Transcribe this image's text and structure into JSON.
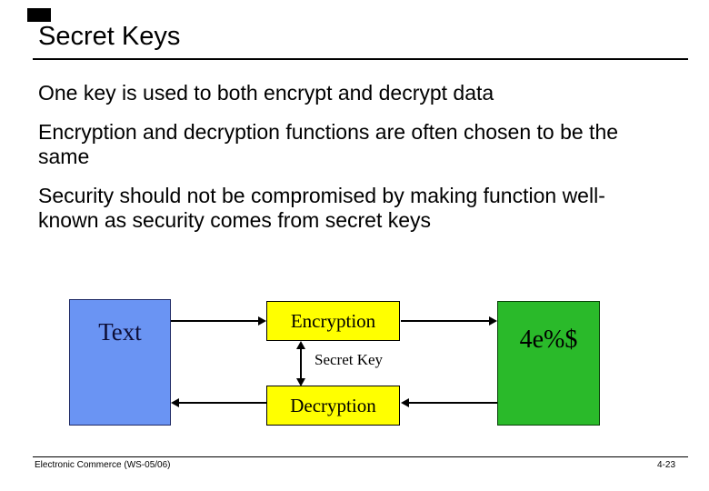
{
  "slide": {
    "title": "Secret Keys",
    "corner_marker_color": "#000000",
    "body": {
      "paragraphs": [
        {
          "lines": [
            "One key is used to both encrypt and decrypt data"
          ]
        },
        {
          "lines": [
            "Encryption and decryption functions are often chosen to be the",
            "same"
          ]
        },
        {
          "lines": [
            "Security should not be compromised by making function well-",
            "known as security comes from secret keys"
          ]
        }
      ]
    },
    "diagram": {
      "plaintext_box": {
        "label": "Text",
        "fill": "#6a94f3"
      },
      "encryption_box": {
        "label": "Encryption",
        "fill": "#ffff00"
      },
      "decryption_box": {
        "label": "Decryption",
        "fill": "#ffff00"
      },
      "ciphertext_box": {
        "label": "4e%$",
        "fill": "#2aba2a"
      },
      "key_label": "Secret Key",
      "arrow_color": "#000000"
    },
    "footer": {
      "left_text": "Electronic Commerce (WS-05/06)",
      "page_number": "4-23"
    }
  }
}
